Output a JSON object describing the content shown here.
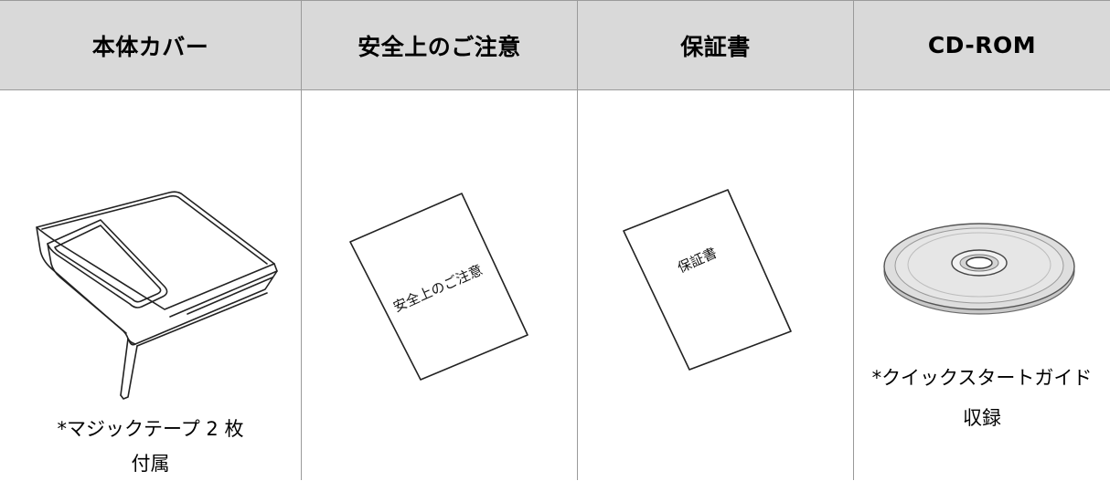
{
  "columns": [
    {
      "header": "本体カバー",
      "caption_line1": "*マジックテープ 2 枚",
      "caption_line2": "付属",
      "illustration": "cover-illustration"
    },
    {
      "header": "安全上のご注意",
      "illustration": "booklet-illustration",
      "booklet_text": "安全上のご注意"
    },
    {
      "header": "保証書",
      "illustration": "booklet-illustration",
      "booklet_text": "保証書"
    },
    {
      "header": "CD-ROM",
      "caption_line1": "*クイックスタートガイド",
      "caption_line2": "収録",
      "illustration": "cd-illustration"
    }
  ],
  "colors": {
    "header_background": "#d9d9d9",
    "grid_line": "#9a9a9a"
  }
}
